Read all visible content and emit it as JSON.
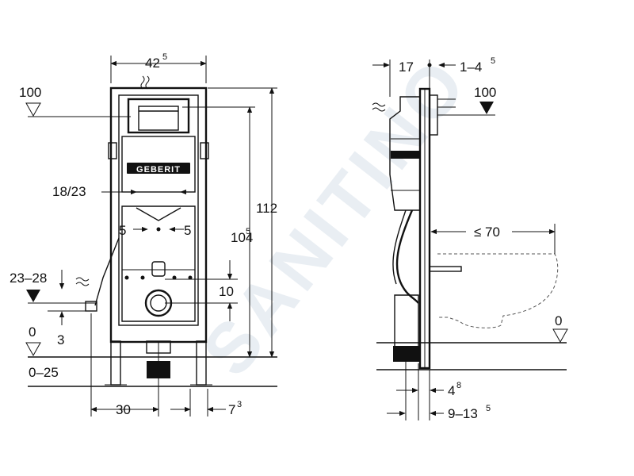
{
  "labels": {
    "width_total": "42",
    "width_total_sup": "5",
    "level_100_left": "100",
    "pipe_18_23": "18/23",
    "height_112": "112",
    "height_104": "104",
    "height_104_sup": "5",
    "spacing_5_left": "5",
    "spacing_5_right": "5",
    "level_23_28": "23–28",
    "offset_10": "10",
    "offset_3": "3",
    "level_0_left": "0",
    "range_0_25": "0–25",
    "spacing_30": "30",
    "spacing_7": "7",
    "spacing_7_sup": "3",
    "side_17": "17",
    "side_1_4": "1–4",
    "side_1_4_sup": "5",
    "level_100_right": "100",
    "le_70": "≤ 70",
    "level_0_right": "0",
    "depth_4": "4",
    "depth_4_sup": "8",
    "depth_9_13": "9–13",
    "depth_9_13_sup": "5",
    "brand": "GEBERIT",
    "watermark": "SANITINO"
  },
  "colors": {
    "line": "#111111",
    "watermark": "#e9eef3",
    "background": "#ffffff"
  }
}
